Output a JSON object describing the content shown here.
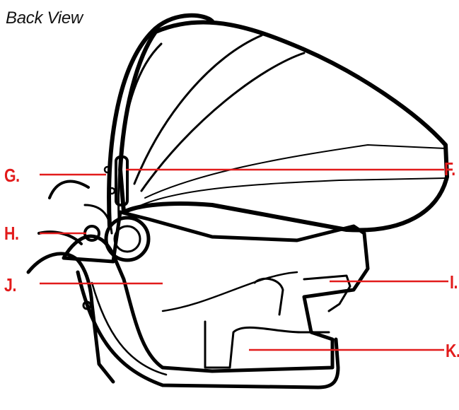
{
  "title": "Back View",
  "callouts": {
    "f": "F.",
    "g": "G.",
    "h": "H.",
    "i": "I.",
    "j": "J.",
    "k": "K."
  },
  "colors": {
    "callout": "#e21b1b",
    "outline": "#000000",
    "background": "#ffffff"
  }
}
